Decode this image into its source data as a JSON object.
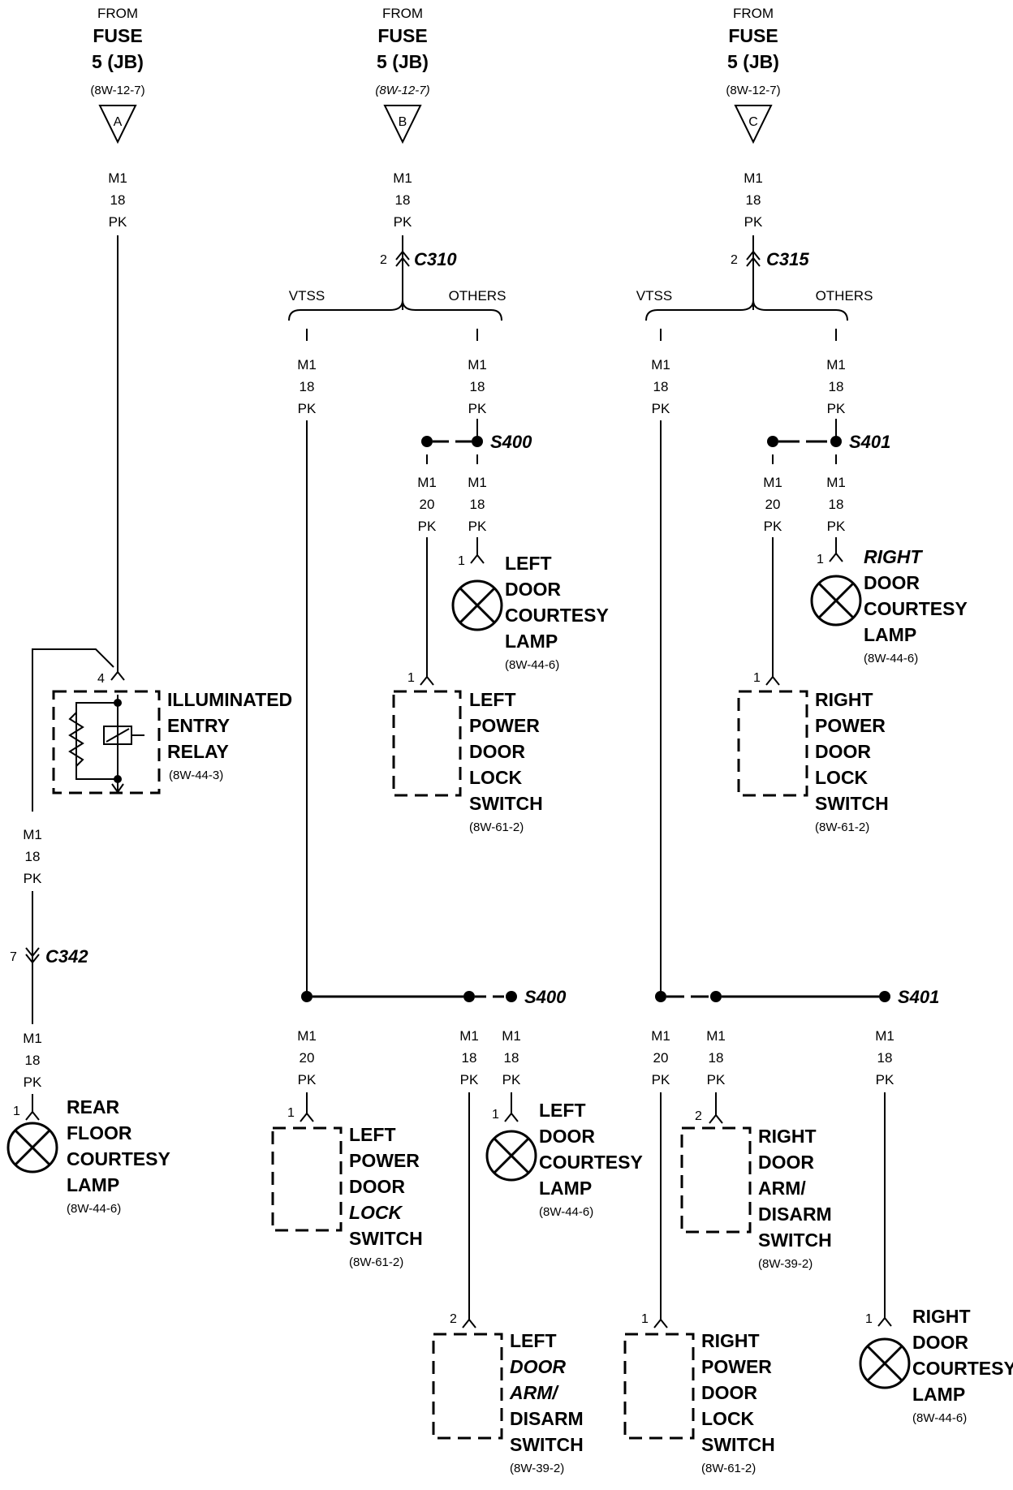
{
  "fuse_sources": [
    {
      "from": "FROM",
      "name": "FUSE",
      "number": "5 (JB)",
      "ref": "(8W-12-7)",
      "letter": "A"
    },
    {
      "from": "FROM",
      "name": "FUSE",
      "number": "5 (JB)",
      "ref": "(8W-12-7)",
      "letter": "B"
    },
    {
      "from": "FROM",
      "name": "FUSE",
      "number": "5 (JB)",
      "ref": "(8W-12-7)",
      "letter": "C"
    }
  ],
  "wire_codes": {
    "circuit": "M1",
    "gauge_18": "18",
    "gauge_20": "20",
    "color": "PK"
  },
  "connectors": {
    "c310": {
      "name": "C310",
      "pin": "2"
    },
    "c315": {
      "name": "C315",
      "pin": "2"
    },
    "c342": {
      "name": "C342",
      "pin": "7"
    }
  },
  "splices": {
    "s400": "S400",
    "s401": "S401"
  },
  "branch_labels": {
    "vtss": "VTSS",
    "others": "OTHERS"
  },
  "components": {
    "relay": {
      "pin": "4",
      "lines": [
        "ILLUMINATED",
        "ENTRY",
        "RELAY"
      ],
      "ref": "(8W-44-3)"
    },
    "rear_floor_lamp": {
      "pin": "1",
      "lines": [
        "REAR",
        "FLOOR",
        "COURTESY",
        "LAMP"
      ],
      "ref": "(8W-44-6)"
    },
    "left_door_lamp_top": {
      "pin": "1",
      "lines": [
        "LEFT",
        "DOOR",
        "COURTESY",
        "LAMP"
      ],
      "ref": "(8W-44-6)"
    },
    "left_pdl_switch_top": {
      "pin": "1",
      "lines": [
        "LEFT",
        "POWER",
        "DOOR",
        "LOCK",
        "SWITCH"
      ],
      "ref": "(8W-61-2)"
    },
    "right_door_lamp_top": {
      "pin": "1",
      "lines": [
        "RIGHT",
        "DOOR",
        "COURTESY",
        "LAMP"
      ],
      "ref": "(8W-44-6)"
    },
    "right_pdl_switch_top": {
      "pin": "1",
      "lines": [
        "RIGHT",
        "POWER",
        "DOOR",
        "LOCK",
        "SWITCH"
      ],
      "ref": "(8W-61-2)"
    },
    "left_pdl_switch_bot": {
      "pin": "1",
      "lines": [
        "LEFT",
        "POWER",
        "DOOR",
        "LOCK",
        "SWITCH"
      ],
      "ref": "(8W-61-2)"
    },
    "left_door_lamp_bot": {
      "pin": "1",
      "lines": [
        "LEFT",
        "DOOR",
        "COURTESY",
        "LAMP"
      ],
      "ref": "(8W-44-6)"
    },
    "left_arm_switch": {
      "pin": "2",
      "lines": [
        "LEFT",
        "DOOR",
        "ARM/",
        "DISARM",
        "SWITCH"
      ],
      "ref": "(8W-39-2)"
    },
    "right_arm_switch": {
      "pin": "2",
      "lines": [
        "RIGHT",
        "DOOR",
        "ARM/",
        "DISARM",
        "SWITCH"
      ],
      "ref": "(8W-39-2)"
    },
    "right_pdl_switch_bot": {
      "pin": "1",
      "lines": [
        "RIGHT",
        "POWER",
        "DOOR",
        "LOCK",
        "SWITCH"
      ],
      "ref": "(8W-61-2)"
    },
    "right_door_lamp_bot": {
      "pin": "1",
      "lines": [
        "RIGHT",
        "DOOR",
        "COURTESY",
        "LAMP"
      ],
      "ref": "(8W-44-6)"
    }
  }
}
